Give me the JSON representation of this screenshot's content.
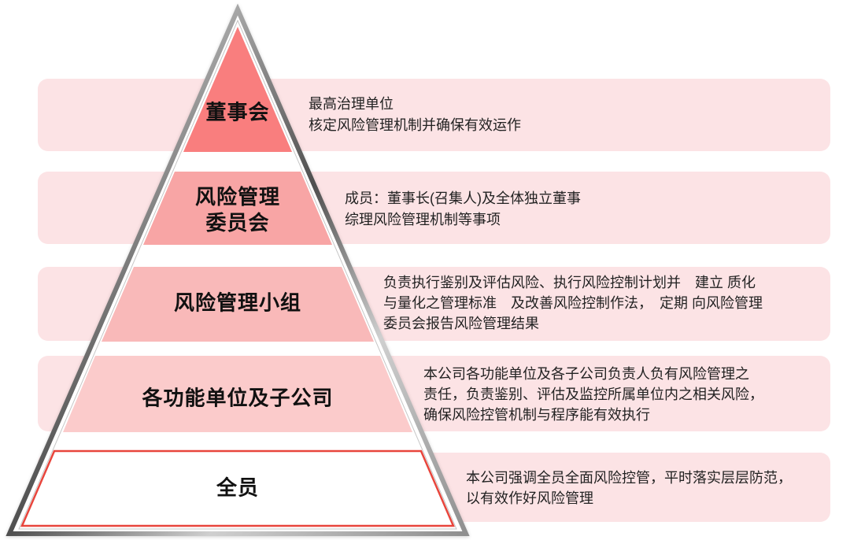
{
  "diagram": {
    "type": "pyramid-hierarchy",
    "language": "zh",
    "subject": "risk-management-governance-structure"
  },
  "colors": {
    "band_background": "#FCE3E5",
    "level1_fill": "#F97E7E",
    "level2_fill": "#F8A5A5",
    "level3_fill": "#F9B9B9",
    "level4_fill": "#FBCBCB",
    "level5_fill": "#FFFFFF",
    "level5_border": "#E8453C",
    "metal_edge": "#8F8F8F",
    "text": "#222222"
  },
  "pyramid": {
    "levels": [
      {
        "label": "董事会",
        "description_lines": {
          "0": "最高治理单位",
          "1": "核定风险管理机制并确保有效运作"
        },
        "fill": "#F97E7E"
      },
      {
        "label": "风险管理\n委员会",
        "description_lines": {
          "0": "成员：董事长(召集人)及全体独立董事",
          "1": "综理风险管理机制等事项"
        },
        "fill": "#F8A5A5"
      },
      {
        "label": "风险管理小组",
        "description_lines": {
          "0": "负责执行鉴别及评估风险、执行风险控制计划并　建立 质化",
          "1": "与量化之管理标准　及改善风险控制作法，　定期 向风险管理",
          "2": "委员会报告风险管理结果"
        },
        "fill": "#F9B9B9"
      },
      {
        "label": "各功能单位及子公司",
        "description_lines": {
          "0": "本公司各功能单位及各子公司负责人负有风险管理之",
          "1": "责任，负责鉴别、评估及监控所属单位内之相关风险，",
          "2": "确保风险控管机制与程序能有效执行"
        },
        "fill": "#FBCBCB"
      },
      {
        "label": "全员",
        "description_lines": {
          "0": "本公司强调全员全面风险控管，平时落实层层防范，",
          "1": "以有效作好风险管理"
        },
        "fill": "#FFFFFF"
      }
    ]
  }
}
